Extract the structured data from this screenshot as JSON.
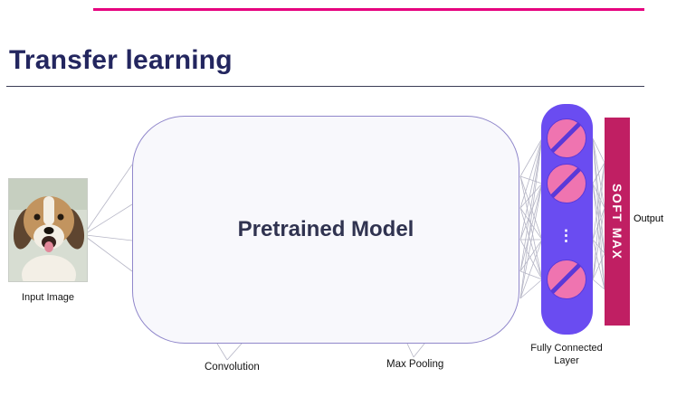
{
  "slide": {
    "title": "Transfer learning"
  },
  "diagram": {
    "input_image_label": "Input Image",
    "pretrained_model_label": "Pretrained Model",
    "fully_connected_label": "Fully Connected Layer",
    "softmax_label": "SOFT MAX",
    "output_label": "Output",
    "convolution_label": "Convolution",
    "max_pooling_label": "Max Pooling",
    "neurons_ellipsis": "⋮"
  },
  "colors": {
    "accent-pink": "#e6007e",
    "title-navy": "#23265f",
    "model-fill": "#f8f8fc",
    "model-border": "#9087cb",
    "fc-fill": "#6a4cf1",
    "neuron-fill": "#ef74b0",
    "neuron-line": "#5b39d8",
    "softmax-fill": "#c01f63",
    "line-gray": "#b6b6c6"
  }
}
